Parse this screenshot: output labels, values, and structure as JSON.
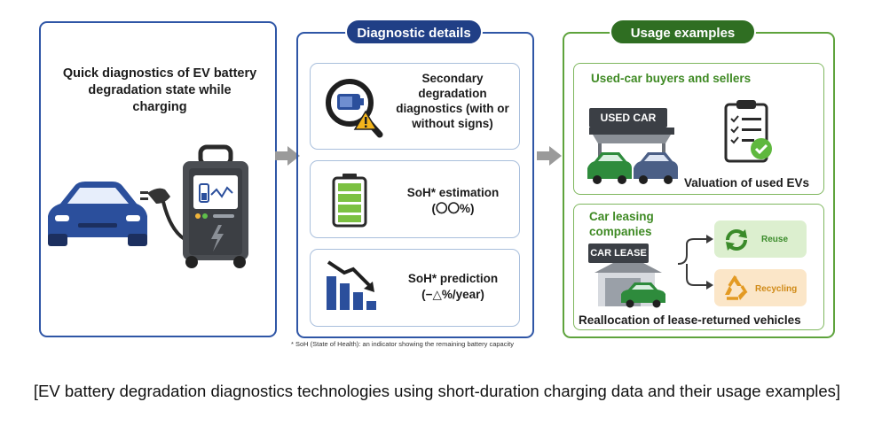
{
  "panel1": {
    "title": "Quick diagnostics of EV battery degradation state while charging"
  },
  "panel2": {
    "header": "Diagnostic details",
    "cards": [
      {
        "text": "Secondary degradation diagnostics (with or without signs)",
        "icon": "battery-warning-magnifier-icon"
      },
      {
        "line1": "SoH* estimation",
        "line2": "(〇〇%)",
        "icon": "battery-level-icon"
      },
      {
        "line1": "SoH* prediction",
        "line2": "(−△%/year)",
        "icon": "declining-bar-chart-icon"
      }
    ],
    "footnote": "* SoH (State of Health): an indicator showing the remaining battery capacity"
  },
  "panel3": {
    "header": "Usage examples",
    "used_car": {
      "title": "Used-car buyers and sellers",
      "sign": "USED CAR",
      "label": "Valuation of used EVs"
    },
    "leasing": {
      "title_line1": "Car leasing",
      "title_line2": "companies",
      "sign": "CAR LEASE",
      "options": [
        "Reuse",
        "Recycling"
      ],
      "label": "Reallocation of lease-returned vehicles"
    }
  },
  "caption": "[EV battery degradation diagnostics technologies using short-duration charging data and their usage examples]",
  "colors": {
    "blue_border": "#2f56a6",
    "blue_header": "#203f86",
    "green_border": "#5ea33c",
    "green_header": "#2f6e22",
    "green_text": "#3f8a24",
    "arrow_gray": "#9a9a9a"
  }
}
